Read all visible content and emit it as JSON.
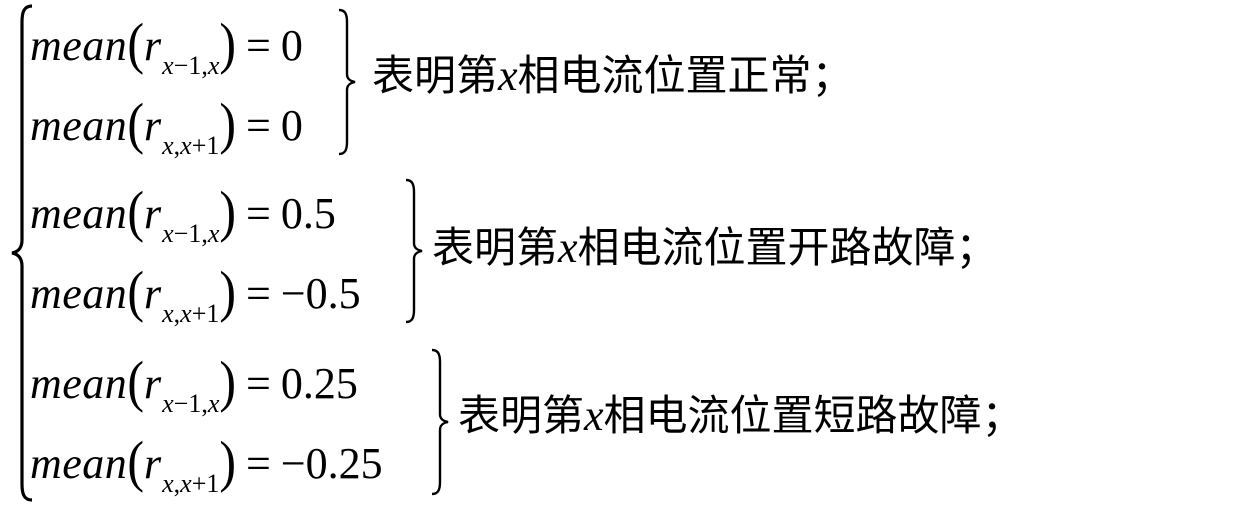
{
  "equation": {
    "function_name": "mean",
    "variable": "r",
    "subscripts": {
      "prev": {
        "a": "x",
        "op": "−",
        "b": "1",
        "sep": ",",
        "c": "x"
      },
      "next": {
        "a": "x",
        "sep": ",",
        "b": "x",
        "op": "+",
        "c": "1"
      }
    },
    "equals": "=",
    "cases": [
      {
        "row1_value": "0",
        "row2_value": "0",
        "description_prefix": "表明第",
        "description_var": "x",
        "description_suffix": "相电流位置正常；"
      },
      {
        "row1_value": "0.5",
        "row2_value": "−0.5",
        "description_prefix": "表明第",
        "description_var": "x",
        "description_suffix": "相电流位置开路故障；"
      },
      {
        "row1_value": "0.25",
        "row2_value": "−0.25",
        "description_prefix": "表明第",
        "description_var": "x",
        "description_suffix": "相电流位置短路故障；"
      }
    ]
  }
}
